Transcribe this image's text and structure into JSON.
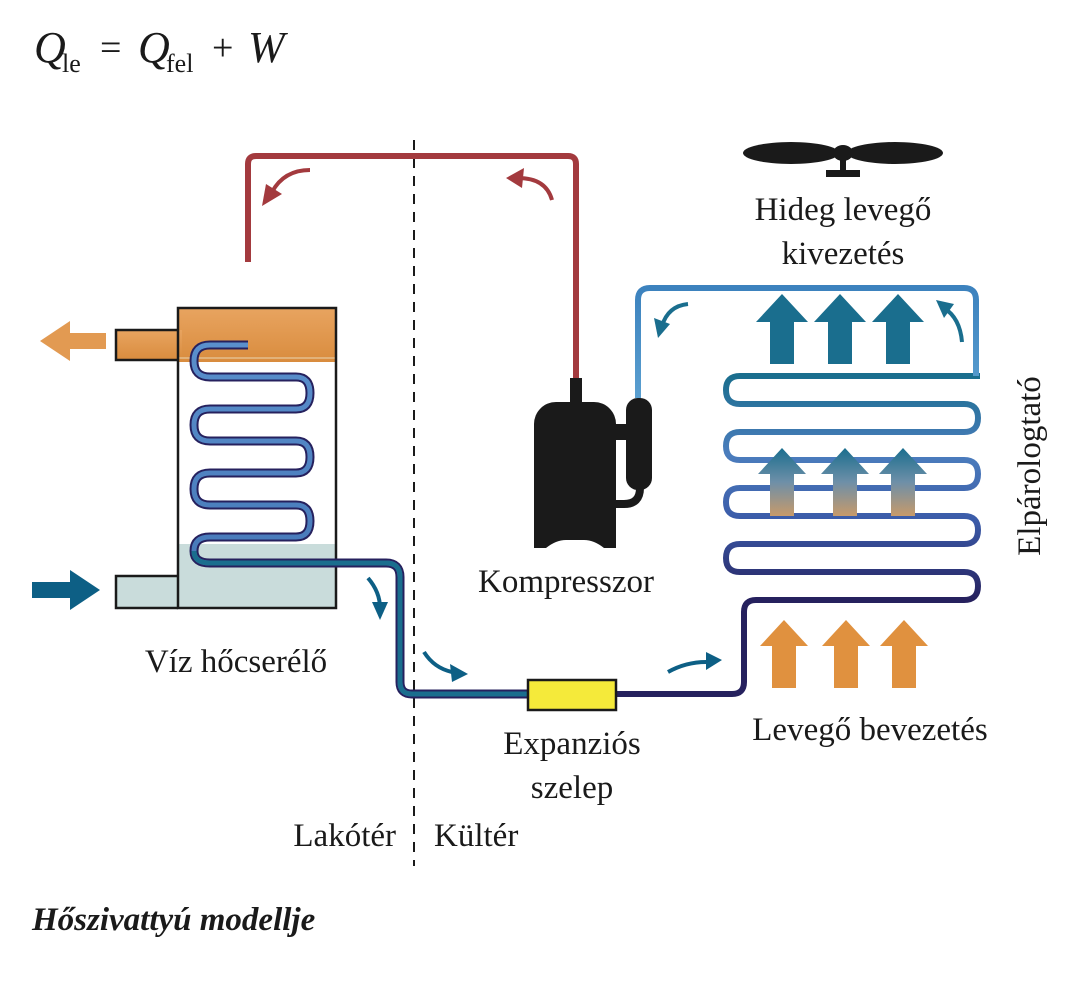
{
  "equation": {
    "lhs": "Q",
    "lhs_sub": "le",
    "equals": "=",
    "rhs1": "Q",
    "rhs1_sub": "fel",
    "plus": "+",
    "rhs2": "W"
  },
  "labels": {
    "compressor": "Kompresszor",
    "water_exchanger": "Víz hőcserélő",
    "expansion_valve_line1": "Expanziós",
    "expansion_valve_line2": "szelep",
    "air_in": "Levegő bevezetés",
    "cold_air_out_line1": "Hideg levegő",
    "cold_air_out_line2": "kivezetés",
    "evaporator": "Elpárologtató",
    "indoor": "Lakótér",
    "outdoor": "Kültér"
  },
  "caption": "Hőszivattyú modellje",
  "colors": {
    "hot_pipe": "#a33a3e",
    "cool_pipe": "#1a6e8e",
    "light_pipe": "#5a9fd0",
    "dark_pipe": "#26215e",
    "warm_water": "#e29a52",
    "cold_water": "#c9dcdb",
    "valve": "#f5ea3a",
    "compressor": "#1a1a1a",
    "inlet_arrow": "#0d5f85",
    "air_in_arrow": "#e0913f"
  },
  "icons": {
    "fan": "fan-icon",
    "water_out": "arrow-left-icon",
    "water_in": "arrow-right-icon",
    "air_up": "arrow-up-icon",
    "flow": "curved-arrow-icon"
  }
}
